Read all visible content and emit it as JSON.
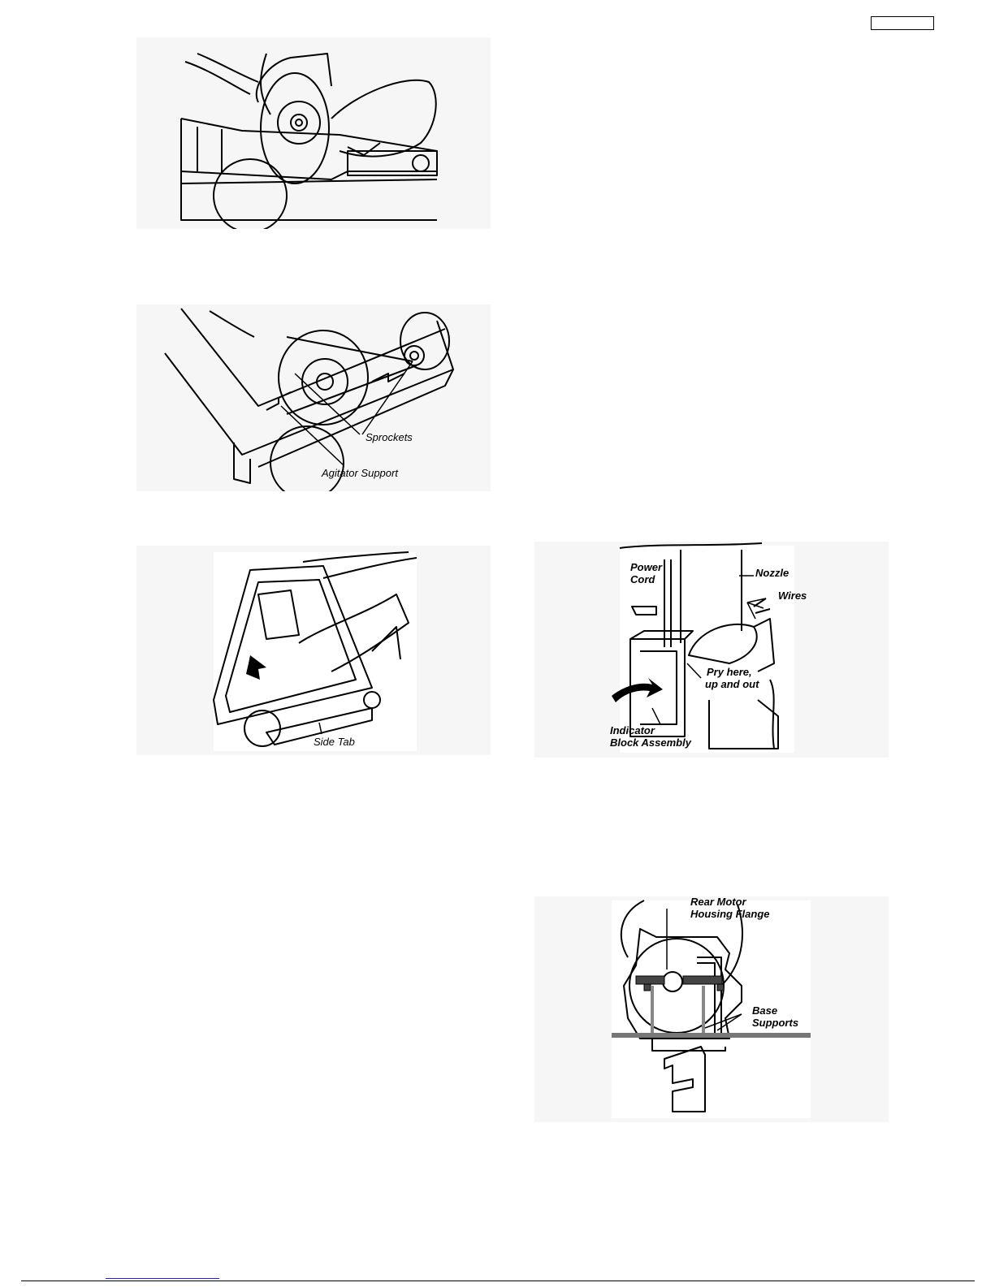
{
  "figures": {
    "fig2": {
      "labels": {
        "sprockets": "Sprockets",
        "agitator_support": "Agitator Support"
      }
    },
    "fig3": {
      "labels": {
        "side_tab": "Side Tab"
      }
    },
    "fig4": {
      "labels": {
        "power_cord_line1": "Power",
        "power_cord_line2": "Cord",
        "nozzle": "Nozzle",
        "wires": "Wires",
        "pry_line1": "Pry here,",
        "pry_line2": "up and out",
        "indicator_line1": "Indicator",
        "indicator_line2": "Block Assembly"
      }
    },
    "fig5": {
      "labels": {
        "rear_line1": "Rear Motor",
        "rear_line2": "Housing Flange",
        "base_line1": "Base",
        "base_line2": "Supports"
      }
    }
  }
}
